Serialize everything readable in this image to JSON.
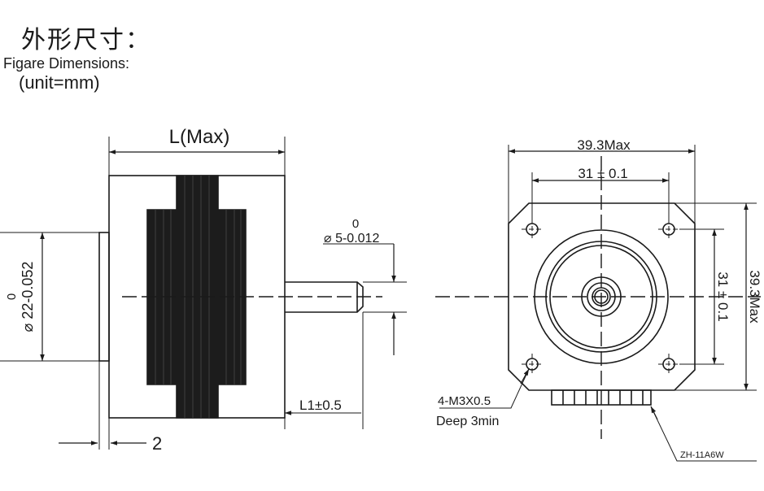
{
  "header": {
    "title_cn": "外形尺寸：",
    "title_en": "Figare Dimensions:",
    "unit": "(unit=mm)"
  },
  "side_view": {
    "length_label": "L(Max)",
    "shaft_tol_top": "0",
    "shaft_dia": "⌀ 5-0.012",
    "boss_tol_top": "0",
    "boss_dia": "⌀ 22-0.052",
    "shaft_length": "L1±0.5",
    "flange_offset": "2"
  },
  "front_view": {
    "overall_width": "39.3Max",
    "hole_spacing_h": "31 ± 0.1",
    "overall_height": "39.3Max",
    "hole_spacing_v": "31 ± 0.1",
    "holes_spec": "4-M3X0.5",
    "holes_depth": "Deep 3min",
    "connector": "ZH-11A6W"
  }
}
